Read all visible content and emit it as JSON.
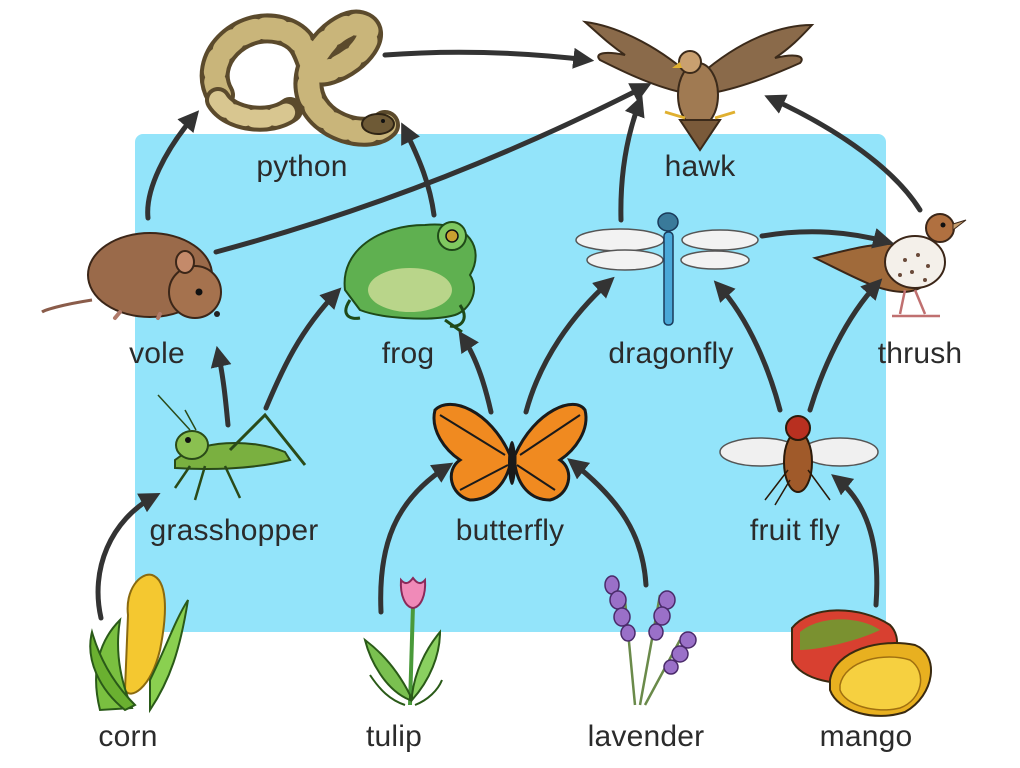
{
  "diagram": {
    "background_color": "#93e4fa",
    "arrow_color": "#333333",
    "organisms": {
      "python": "python",
      "hawk": "hawk",
      "vole": "vole",
      "frog": "frog",
      "dragonfly": "dragonfly",
      "thrush": "thrush",
      "grasshopper": "grasshopper",
      "butterfly": "butterfly",
      "fruit_fly": "fruit fly",
      "corn": "corn",
      "tulip": "tulip",
      "lavender": "lavender",
      "mango": "mango"
    },
    "links": [
      {
        "from": "corn",
        "to": "grasshopper"
      },
      {
        "from": "tulip",
        "to": "butterfly"
      },
      {
        "from": "lavender",
        "to": "butterfly"
      },
      {
        "from": "mango",
        "to": "fruit fly"
      },
      {
        "from": "grasshopper",
        "to": "vole"
      },
      {
        "from": "grasshopper",
        "to": "frog"
      },
      {
        "from": "butterfly",
        "to": "frog"
      },
      {
        "from": "butterfly",
        "to": "dragonfly"
      },
      {
        "from": "fruit fly",
        "to": "dragonfly"
      },
      {
        "from": "fruit fly",
        "to": "thrush"
      },
      {
        "from": "vole",
        "to": "python"
      },
      {
        "from": "vole",
        "to": "hawk"
      },
      {
        "from": "frog",
        "to": "python"
      },
      {
        "from": "python",
        "to": "hawk"
      },
      {
        "from": "dragonfly",
        "to": "hawk"
      },
      {
        "from": "dragonfly",
        "to": "thrush"
      },
      {
        "from": "thrush",
        "to": "hawk"
      }
    ]
  }
}
